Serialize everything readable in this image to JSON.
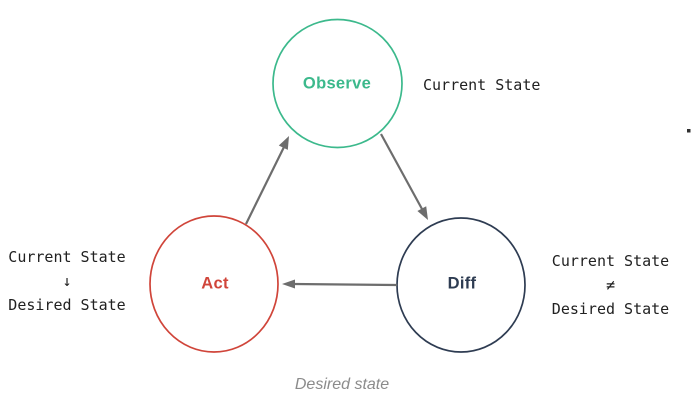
{
  "diagram": {
    "nodes": {
      "observe": {
        "label": "Observe"
      },
      "act": {
        "label": "Act"
      },
      "diff": {
        "label": "Diff"
      }
    },
    "annotations": {
      "observe_note": "Current State",
      "act_note": {
        "line1": "Current State",
        "symbol": "↓",
        "line2": "Desired State"
      },
      "diff_note": {
        "line1": "Current State",
        "symbol": "≠",
        "line2": "Desired State"
      },
      "caption": "Desired state"
    }
  },
  "colors": {
    "observe": "#3cb98c",
    "act": "#d0453a",
    "diff": "#2e3c52",
    "arrow": "#6d6d6d",
    "ink": "#212121",
    "caption": "#8b8b8b",
    "background": "#ffffff"
  }
}
